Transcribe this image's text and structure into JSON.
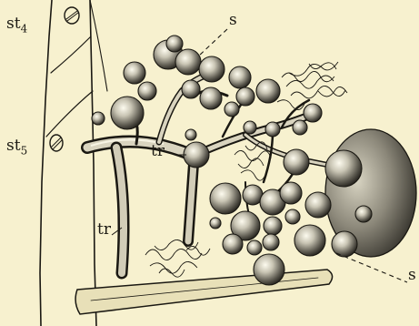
{
  "figure": {
    "labels": {
      "st4_base": "st",
      "st4_sub": "4",
      "st5_base": "st",
      "st5_sub": "5",
      "tr_upper": "tr",
      "tr_lower": "tr",
      "s_top": "s",
      "s_right": "s"
    },
    "colors": {
      "paper": "#f7f1cf",
      "ink": "#1a1812"
    }
  }
}
